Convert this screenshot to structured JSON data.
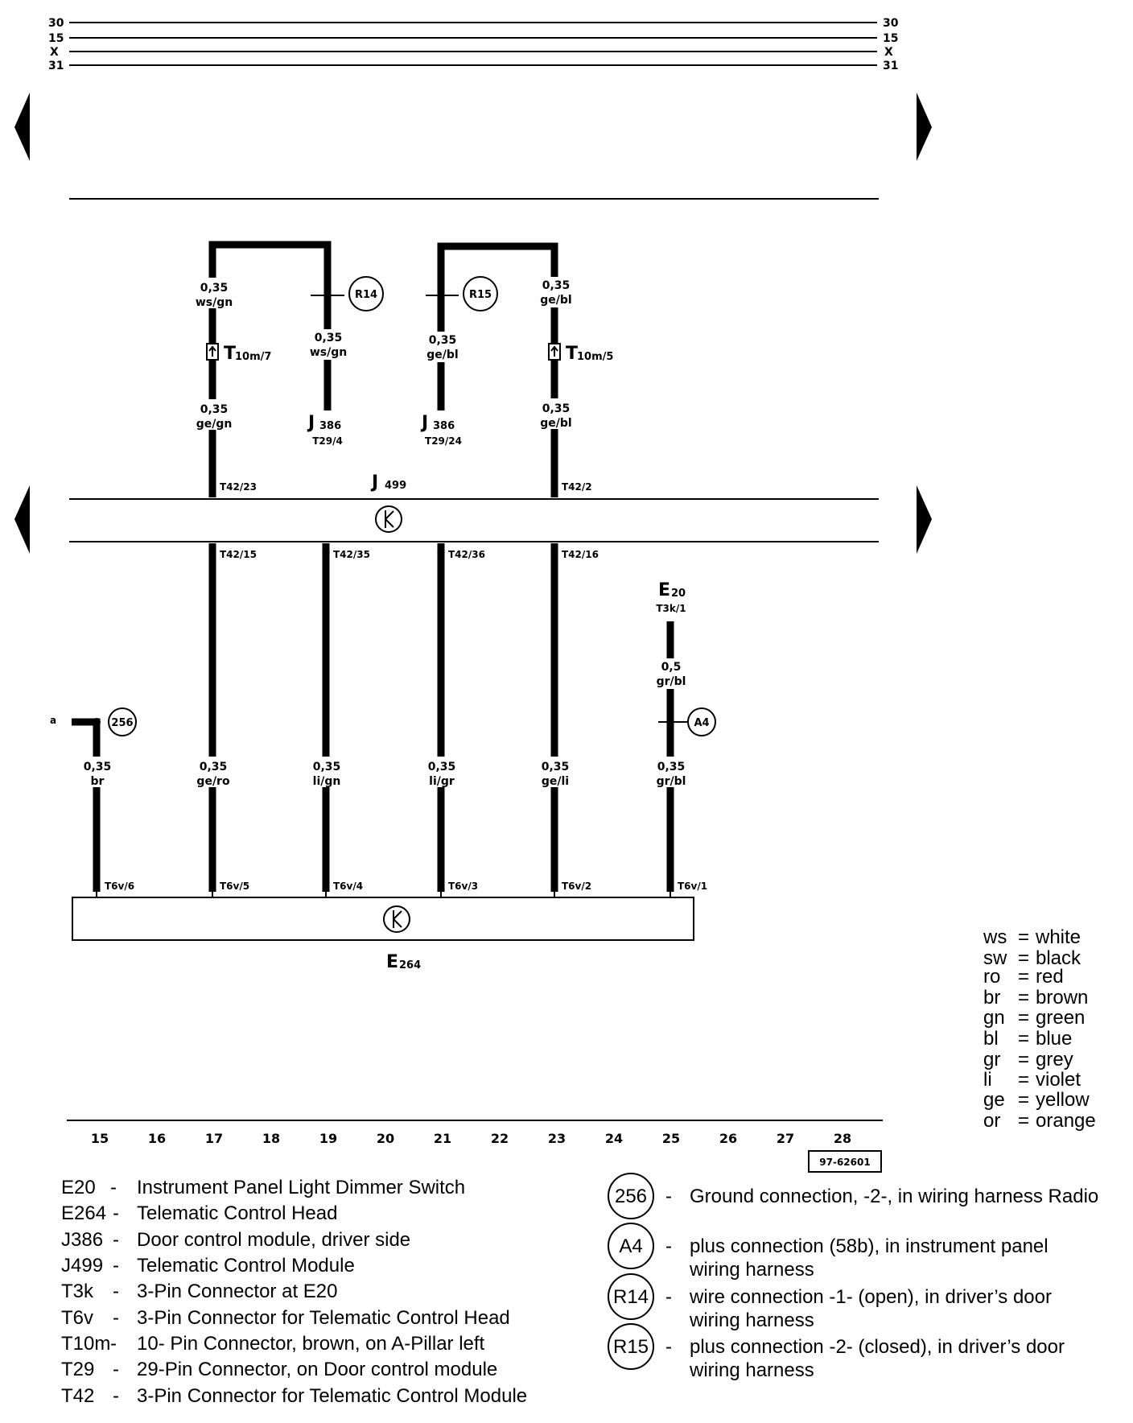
{
  "rails": [
    "30",
    "15",
    "X",
    "31"
  ],
  "columns": [
    "15",
    "16",
    "17",
    "18",
    "19",
    "20",
    "21",
    "22",
    "23",
    "24",
    "25",
    "26",
    "27",
    "28"
  ],
  "ref_number": "97-62601",
  "modules": {
    "j499": {
      "name": "J",
      "sub": "499"
    },
    "e264": {
      "name": "E",
      "sub": "264"
    },
    "e20": {
      "name": "E",
      "sub": "20",
      "pin": "T3k/1"
    }
  },
  "top_wires": [
    {
      "size": "0,35",
      "color": "ws/gn",
      "size2": "0,35",
      "color2": "ge/gn",
      "connector": "T",
      "connector_sub": "10m/7",
      "pin": "T42/23"
    },
    {
      "size": "0,35",
      "color": "ws/gn",
      "dest": "J",
      "dest_sub": "386",
      "dest_pin": "T29/4",
      "splice": "R14"
    },
    {
      "size": "0,35",
      "color": "ge/bl",
      "dest": "J",
      "dest_sub": "386",
      "dest_pin": "T29/24",
      "splice": "R15"
    },
    {
      "size": "0,35",
      "color": "ge/bl",
      "size2": "0,35",
      "color2": "ge/bl",
      "connector": "T",
      "connector_sub": "10m/5",
      "pin": "T42/2"
    }
  ],
  "bottom_wires": [
    {
      "pin_top": "",
      "size": "0,35",
      "color": "br",
      "pin_bottom": "T6v/6"
    },
    {
      "pin_top": "T42/15",
      "size": "0,35",
      "color": "ge/ro",
      "pin_bottom": "T6v/5"
    },
    {
      "pin_top": "T42/35",
      "size": "0,35",
      "color": "li/gn",
      "pin_bottom": "T6v/4"
    },
    {
      "pin_top": "T42/36",
      "size": "0,35",
      "color": "li/gr",
      "pin_bottom": "T6v/3"
    },
    {
      "pin_top": "T42/16",
      "size": "0,35",
      "color": "ge/li",
      "pin_bottom": "T6v/2"
    },
    {
      "pin_top": "",
      "size": "0,35",
      "color": "gr/bl",
      "pin_bottom": "T6v/1"
    }
  ],
  "e20_wire": {
    "size": "0,5",
    "color": "gr/bl"
  },
  "ground": {
    "label": "a",
    "id": "256"
  },
  "splice_a4": "A4",
  "color_codes": [
    {
      "code": "ws",
      "meaning": "white"
    },
    {
      "code": "sw",
      "meaning": "black"
    },
    {
      "code": "ro",
      "meaning": "red"
    },
    {
      "code": "br",
      "meaning": "brown"
    },
    {
      "code": "gn",
      "meaning": "green"
    },
    {
      "code": "bl",
      "meaning": "blue"
    },
    {
      "code": "gr",
      "meaning": "grey"
    },
    {
      "code": "li",
      "meaning": "violet"
    },
    {
      "code": "ge",
      "meaning": "yellow"
    },
    {
      "code": "or",
      "meaning": "orange"
    }
  ],
  "components": [
    {
      "code": "E20",
      "desc": "Instrument Panel Light Dimmer Switch"
    },
    {
      "code": "E264",
      "desc": "Telematic Control Head"
    },
    {
      "code": "J386",
      "desc": "Door control module, driver side"
    },
    {
      "code": "J499",
      "desc": "Telematic Control Module"
    },
    {
      "code": "T3k",
      "desc": "3-Pin Connector at E20"
    },
    {
      "code": "T6v",
      "desc": "3-Pin Connector for Telematic Control Head"
    },
    {
      "code": "T10m",
      "desc": "10- Pin Connector, brown, on A-Pillar left"
    },
    {
      "code": "T29",
      "desc": "29-Pin Connector, on Door control module"
    },
    {
      "code": "T42",
      "desc": "3-Pin Connector for Telematic Control Module"
    }
  ],
  "connections": [
    {
      "id": "256",
      "line1": "Ground connection, -2-, in wiring harness Radio",
      "line2": ""
    },
    {
      "id": "A4",
      "line1": "plus connection (58b), in instrument panel",
      "line2": "wiring harness"
    },
    {
      "id": "R14",
      "line1": "wire connection -1- (open), in driver’s door",
      "line2": "wiring harness"
    },
    {
      "id": "R15",
      "line1": "plus connection -2- (closed), in driver’s door",
      "line2": "wiring harness"
    }
  ]
}
